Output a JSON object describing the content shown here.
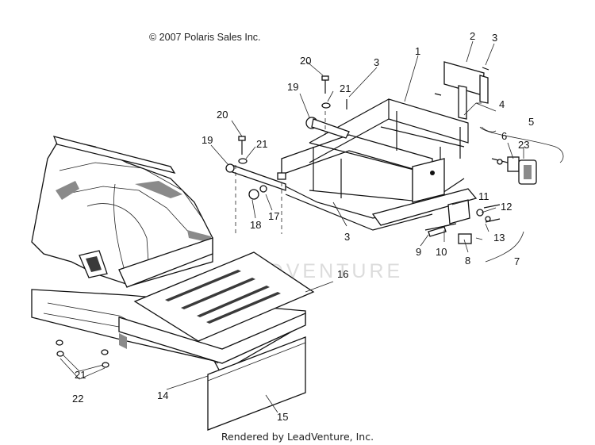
{
  "copyright": "© 2007 Polaris Sales Inc.",
  "footer": "Rendered by LeadVenture, Inc.",
  "watermark": "ADVENTURE",
  "callouts": [
    {
      "id": "c1",
      "label": "1"
    },
    {
      "id": "c2",
      "label": "2"
    },
    {
      "id": "c3a",
      "label": "3"
    },
    {
      "id": "c3b",
      "label": "3"
    },
    {
      "id": "c3c",
      "label": "3"
    },
    {
      "id": "c4",
      "label": "4"
    },
    {
      "id": "c5",
      "label": "5"
    },
    {
      "id": "c6",
      "label": "6"
    },
    {
      "id": "c7",
      "label": "7"
    },
    {
      "id": "c8",
      "label": "8"
    },
    {
      "id": "c9",
      "label": "9"
    },
    {
      "id": "c10",
      "label": "10"
    },
    {
      "id": "c11",
      "label": "11"
    },
    {
      "id": "c12",
      "label": "12"
    },
    {
      "id": "c13",
      "label": "13"
    },
    {
      "id": "c14",
      "label": "14"
    },
    {
      "id": "c15",
      "label": "15"
    },
    {
      "id": "c16",
      "label": "16"
    },
    {
      "id": "c17",
      "label": "17"
    },
    {
      "id": "c18",
      "label": "18"
    },
    {
      "id": "c19a",
      "label": "19"
    },
    {
      "id": "c19b",
      "label": "19"
    },
    {
      "id": "c20a",
      "label": "20"
    },
    {
      "id": "c20b",
      "label": "20"
    },
    {
      "id": "c21a",
      "label": "21"
    },
    {
      "id": "c21b",
      "label": "21"
    },
    {
      "id": "c21c",
      "label": "21"
    },
    {
      "id": "c22",
      "label": "22"
    },
    {
      "id": "c23",
      "label": "23"
    }
  ]
}
